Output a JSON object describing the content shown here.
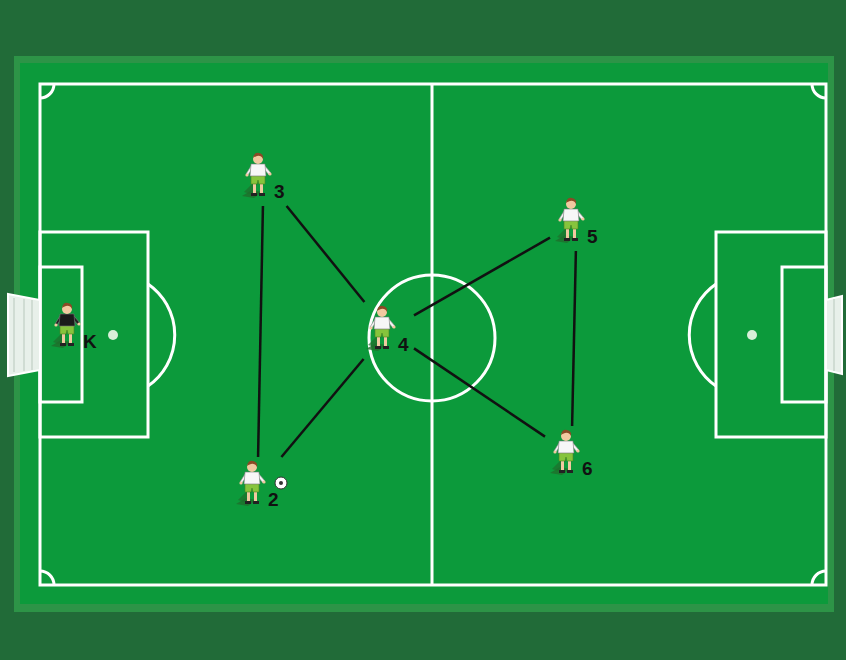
{
  "diagram": {
    "nodes": [
      {
        "text": [
          "3"
        ]
      },
      {
        "text": [
          "5"
        ]
      },
      {
        "text": [
          "K"
        ]
      },
      {
        "text": [
          "4"
        ]
      },
      {
        "text": [
          "6"
        ]
      },
      {
        "text": [
          "2"
        ]
      }
    ],
    "edges": [
      {
        "from": 0,
        "to": 5,
        "arrow": "none"
      },
      {
        "from": 0,
        "to": 3,
        "arrow": "none"
      },
      {
        "from": 5,
        "to": 3,
        "arrow": "none"
      },
      {
        "from": 3,
        "to": 1,
        "arrow": "none"
      },
      {
        "from": 3,
        "to": 4,
        "arrow": "none"
      },
      {
        "from": 1,
        "to": 4,
        "arrow": "none"
      }
    ]
  }
}
